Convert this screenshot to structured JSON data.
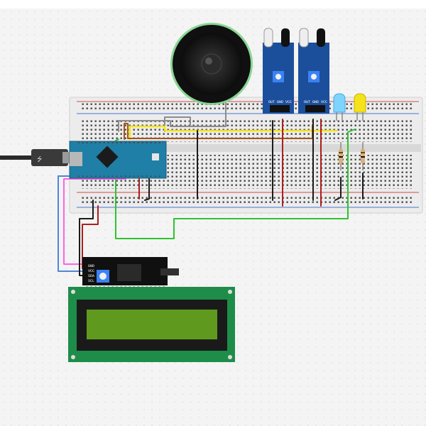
{
  "colors": {
    "background": "#f4f4f4",
    "breadboard": "#ececec",
    "rail_red": "#d44a4a",
    "rail_blue": "#4a73d4",
    "arduino_board": "#1f7fa6",
    "sensor_board": "#1b4f9c",
    "lcd_pcb": "#1e8d4a",
    "lcd_screen": "#5f9a1e",
    "wire_yellow": "#f5e200",
    "wire_brown": "#a5541b",
    "wire_gray": "#8c8c8c",
    "wire_black": "#1b1b1b",
    "wire_red": "#b01e1e",
    "wire_green": "#2fc42f",
    "wire_pink": "#ff62e6",
    "wire_blue": "#4f86d8",
    "led_blue": "#7fd4ff",
    "led_yellow": "#f5e21a"
  },
  "components": {
    "arduino": {
      "name": "arduino-nano"
    },
    "usb": {
      "name": "usb-cable"
    },
    "speaker": {
      "name": "speaker"
    },
    "sensors": [
      {
        "name": "ir-sensor-1",
        "label": "OUT GND VCC"
      },
      {
        "name": "ir-sensor-2",
        "label": "OUT GND VCC"
      }
    ],
    "leds": [
      {
        "name": "led-blue",
        "color": "blue"
      },
      {
        "name": "led-yellow",
        "color": "yellow"
      }
    ],
    "resistors": [
      {
        "name": "resistor-1"
      },
      {
        "name": "resistor-2"
      }
    ],
    "i2c": {
      "name": "i2c-backpack",
      "labels": [
        "GND",
        "VCC",
        "SDA",
        "SCL"
      ]
    },
    "lcd": {
      "name": "lcd-16x2"
    }
  }
}
